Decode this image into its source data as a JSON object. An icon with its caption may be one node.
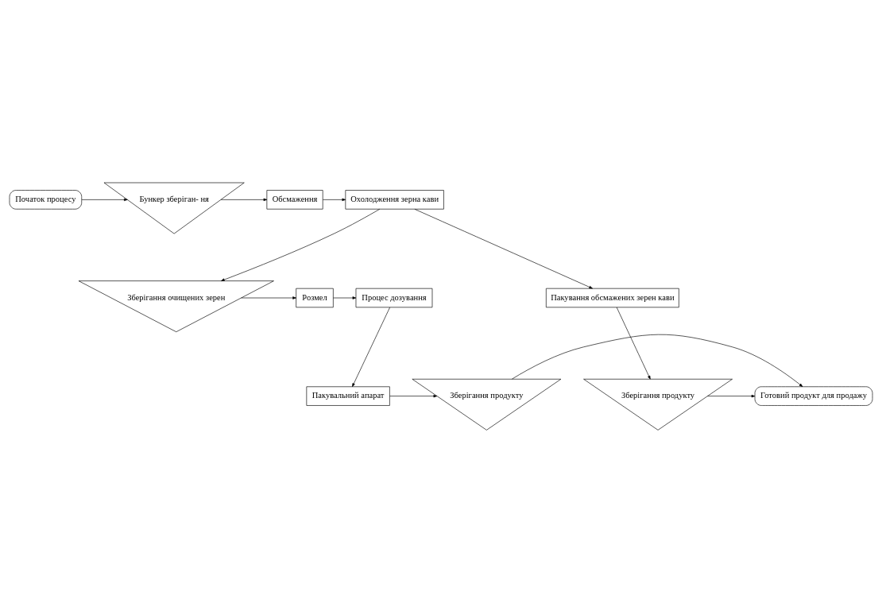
{
  "diagram": {
    "nodes": [
      {
        "text": [
          "Початок процесу"
        ]
      },
      {
        "text": [
          "Бункер зберіган- ня"
        ]
      },
      {
        "text": [
          "Обсмаження"
        ]
      },
      {
        "text": [
          "Охолодження зерна кави"
        ]
      },
      {
        "text": [
          "Зберігання очищених зерен"
        ]
      },
      {
        "text": [
          "Пакування обсмажених зерен кави"
        ]
      },
      {
        "text": [
          "Розмел"
        ]
      },
      {
        "text": [
          "Процес дозування"
        ]
      },
      {
        "text": [
          "Пакувальний апарат"
        ]
      },
      {
        "text": [
          "Зберігання продукту"
        ]
      },
      {
        "text": [
          "Готовий продукт для продажу"
        ]
      },
      {
        "text": [
          "Зберігання продукту"
        ]
      }
    ],
    "edges": [
      {
        "from": 0,
        "to": 1,
        "arrow": "to"
      },
      {
        "from": 1,
        "to": 2,
        "arrow": "to"
      },
      {
        "from": 2,
        "to": 3,
        "arrow": "to"
      },
      {
        "from": 3,
        "to": 4,
        "arrow": "to"
      },
      {
        "from": 3,
        "to": 5,
        "arrow": "to"
      },
      {
        "from": 4,
        "to": 6,
        "arrow": "to"
      },
      {
        "from": 6,
        "to": 7,
        "arrow": "to"
      },
      {
        "from": 7,
        "to": 8,
        "arrow": "to"
      },
      {
        "from": 8,
        "to": 9,
        "arrow": "to"
      },
      {
        "from": 9,
        "to": 10,
        "arrow": "to"
      },
      {
        "from": 5,
        "to": 11,
        "arrow": "to"
      },
      {
        "from": 11,
        "to": 10,
        "arrow": "to"
      }
    ]
  }
}
